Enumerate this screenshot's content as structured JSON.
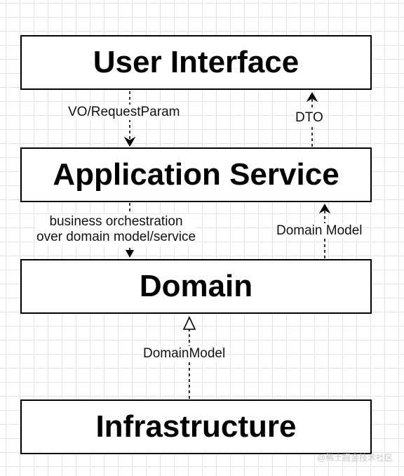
{
  "layers": {
    "user_interface": "User Interface",
    "application_service": "Application Service",
    "domain": "Domain",
    "infrastructure": "Infrastructure"
  },
  "edges": {
    "ui_to_app": "VO/RequestParam",
    "app_to_ui": "DTO",
    "app_to_domain_line1": "business orchestration",
    "app_to_domain_line2": "over domain model/service",
    "domain_to_app": "Domain Model",
    "infra_to_domain": "DomainModel"
  },
  "watermark": "@稀土掘金技术社区"
}
